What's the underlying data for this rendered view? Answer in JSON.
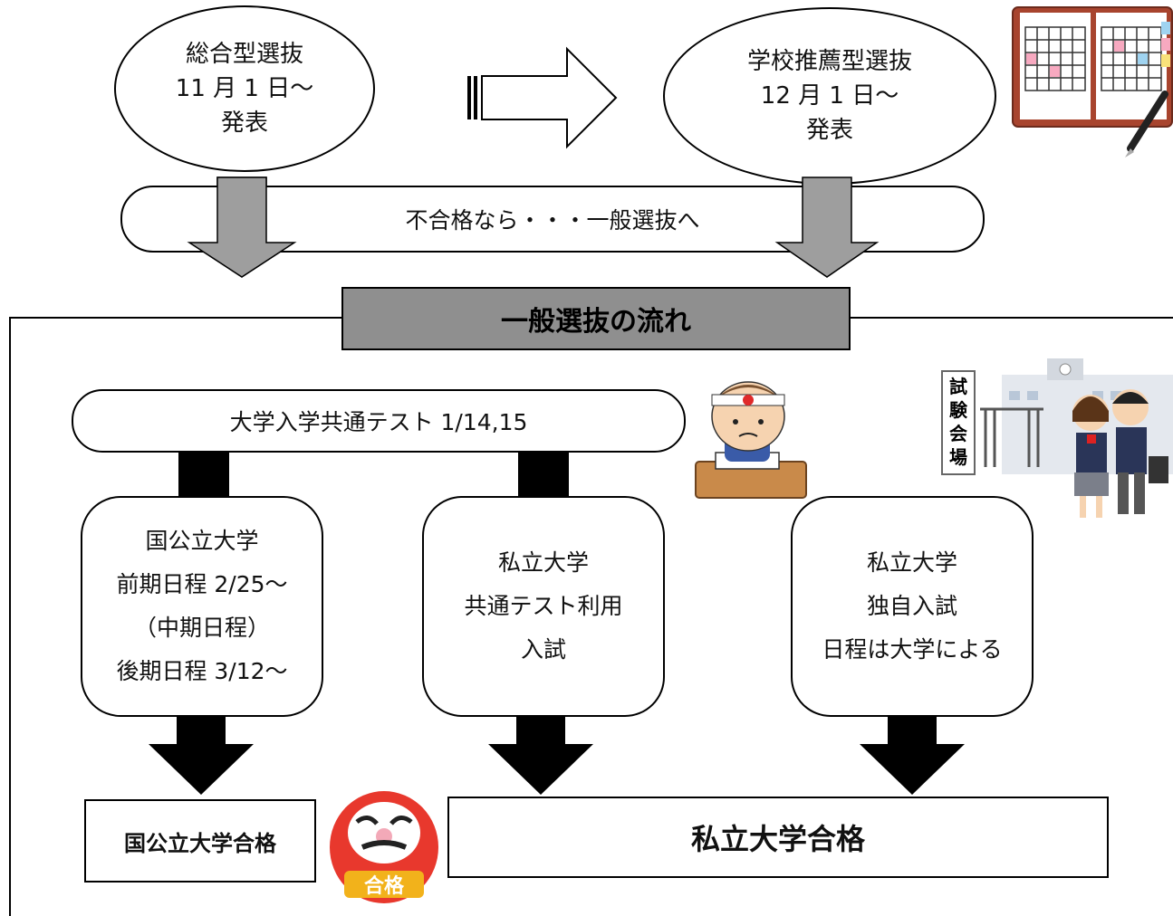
{
  "top": {
    "ao": {
      "name": "総合型選抜",
      "date": "11 月 1 日～",
      "result": "発表"
    },
    "recommend": {
      "name": "学校推薦型選抜",
      "date": "12 月 1 日～",
      "result": "発表"
    },
    "fail_banner": "不合格なら・・・一般選抜へ"
  },
  "general": {
    "title": "一般選抜の流れ",
    "common_test": "大学入学共通テスト 1/14,15",
    "national": {
      "line1": "国公立大学",
      "line2": "前期日程 2/25～",
      "line3": "（中期日程）",
      "line4": "後期日程 3/12～"
    },
    "private_common": {
      "line1": "私立大学",
      "line2": "共通テスト利用",
      "line3": "入試"
    },
    "private_own": {
      "line1": "私立大学",
      "line2": "独自入試",
      "line3": "日程は大学による"
    },
    "national_pass": "国公立大学合格",
    "private_pass": "私立大学合格"
  },
  "illustrations": {
    "planner": "planner-notebook-icon",
    "student": "studying-student-icon",
    "exam_venue": "exam-venue-icon",
    "exam_venue_sign": "試験会場",
    "daruma": "daruma-icon",
    "daruma_label": "合格"
  },
  "colors": {
    "gray_arrow": "#9e9e9e",
    "title_bar": "#8f8f8f",
    "daruma_red": "#e8382d"
  }
}
